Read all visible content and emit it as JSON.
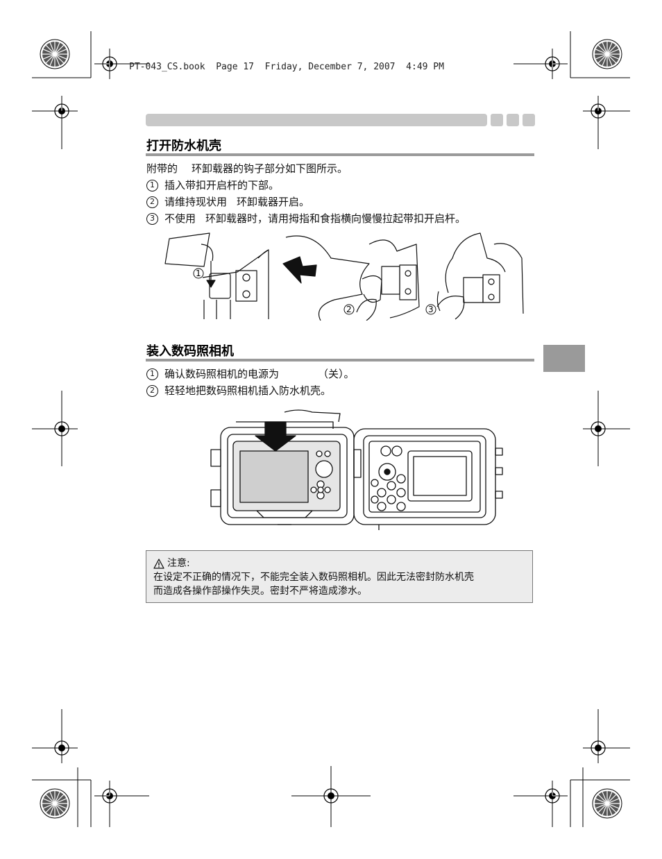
{
  "print_header": "PT-043_CS.book  Page 17  Friday, December 7, 2007  4:49 PM",
  "section1": {
    "title": "打开防水机壳",
    "intro_a": "附带的",
    "intro_b": "环卸载器的钩子部分如下图所示。",
    "steps": [
      {
        "num": "1",
        "text_a": "插入带扣开启杆的下部。",
        "text_b": ""
      },
      {
        "num": "2",
        "text_a": "请维持现状用",
        "text_b": "环卸载器开启。"
      },
      {
        "num": "3",
        "text_a": "不使用",
        "text_b": "环卸载器时，请用拇指和食指横向慢慢拉起带扣开启杆。"
      }
    ],
    "figure_labels": [
      "1",
      "2",
      "3"
    ]
  },
  "section2": {
    "title": "装入数码照相机",
    "steps": [
      {
        "num": "1",
        "text_a": "确认数码照相机的电源为",
        "text_b": "（关）。"
      },
      {
        "num": "2",
        "text_a": "轻轻地把数码照相机插入防水机壳。",
        "text_b": ""
      }
    ]
  },
  "note": {
    "icon": "warning-triangle-icon",
    "title": "注意:",
    "body_line1": "在设定不正确的情况下，不能完全装入数码照相机。因此无法密封防水机壳",
    "body_line2": "而造成各操作部操作失灵。密封不严将造成渗水。"
  },
  "colors": {
    "header_bar": "#c8c8c8",
    "section_rule": "#9a9a9a",
    "side_tab": "#9a9a9a",
    "note_bg": "#ececec"
  }
}
